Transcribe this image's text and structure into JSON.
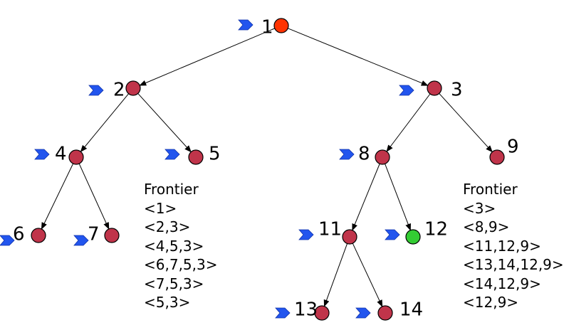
{
  "tree": {
    "nodes": [
      {
        "id": "1",
        "label": "1",
        "color": "#ff3300"
      },
      {
        "id": "2",
        "label": "2",
        "color": "#c0344a"
      },
      {
        "id": "3",
        "label": "3",
        "color": "#c0344a"
      },
      {
        "id": "4",
        "label": "4",
        "color": "#c0344a"
      },
      {
        "id": "5",
        "label": "5",
        "color": "#c0344a"
      },
      {
        "id": "6",
        "label": "6",
        "color": "#c0344a"
      },
      {
        "id": "7",
        "label": "7",
        "color": "#c0344a"
      },
      {
        "id": "8",
        "label": "8",
        "color": "#c0344a"
      },
      {
        "id": "9",
        "label": "9",
        "color": "#c0344a"
      },
      {
        "id": "11",
        "label": "11",
        "color": "#c0344a"
      },
      {
        "id": "12",
        "label": "12",
        "color": "#33cc33"
      },
      {
        "id": "13",
        "label": "13",
        "color": "#c0344a"
      },
      {
        "id": "14",
        "label": "14",
        "color": "#c0344a"
      }
    ],
    "edges": [
      [
        "1",
        "2"
      ],
      [
        "1",
        "3"
      ],
      [
        "2",
        "4"
      ],
      [
        "2",
        "5"
      ],
      [
        "3",
        "8"
      ],
      [
        "3",
        "9"
      ],
      [
        "4",
        "6"
      ],
      [
        "4",
        "7"
      ],
      [
        "8",
        "11"
      ],
      [
        "8",
        "12"
      ],
      [
        "11",
        "13"
      ],
      [
        "11",
        "14"
      ]
    ],
    "marker_color": "#2255ee"
  },
  "frontier_left": {
    "title": "Frontier",
    "items": [
      "<1>",
      "<2,3>",
      "<4,5,3>",
      "<6,7,5,3>",
      "<7,5,3>",
      "<5,3>"
    ]
  },
  "frontier_right": {
    "title": "Frontier",
    "items": [
      "<3>",
      "<8,9>",
      "<11,12,9>",
      "<13,14,12,9>",
      "<14,12,9>",
      "<12,9>"
    ]
  }
}
